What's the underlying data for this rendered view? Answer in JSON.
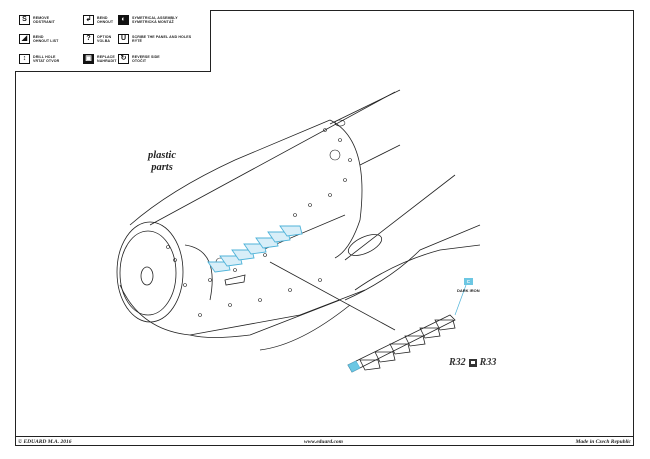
{
  "legend": {
    "items": [
      {
        "icon": "remove-icon",
        "glyph": "S",
        "dark": false,
        "line1": "REMOVE",
        "line2": "ODSTRANIT"
      },
      {
        "icon": "bend-icon",
        "glyph": "↲",
        "dark": false,
        "line1": "BEND",
        "line2": "OHNOUT"
      },
      {
        "icon": "symmetrical-assembly-icon",
        "glyph": "◐",
        "dark": true,
        "line1": "SYMETRICAL ASSEMBLY",
        "line2": "SYMETRICKÁ MONTÁŽ"
      },
      {
        "icon": "bend-triangle-icon",
        "glyph": "◢",
        "dark": false,
        "line1": "BEND",
        "line2": "OHNOUT LIST"
      },
      {
        "icon": "option-icon",
        "glyph": "?",
        "dark": false,
        "line1": "OPTION",
        "line2": "VOLBA"
      },
      {
        "icon": "scribe-icon",
        "glyph": "U",
        "dark": false,
        "line1": "SCRIBE THE PANEL AND HOLES",
        "line2": "RÝTÉ"
      },
      {
        "icon": "drill-hole-icon",
        "glyph": "↕",
        "dark": false,
        "line1": "DRILL HOLE",
        "line2": "VRTAT OTVOR"
      },
      {
        "icon": "replace-icon",
        "glyph": "▣",
        "dark": true,
        "line1": "REPLACE",
        "line2": "NAHRADIT"
      },
      {
        "icon": "reverse-side-icon",
        "glyph": "↻",
        "dark": false,
        "line1": "REVERSE SIDE",
        "line2": "OTOČIT"
      }
    ]
  },
  "drawing": {
    "plastic_parts_line1": "plastic",
    "plastic_parts_line2": "parts",
    "color_callout": {
      "code": "C",
      "name": "DARK IRON",
      "color": "#6cc7e3"
    },
    "part_label_left": "R32",
    "part_label_right": "R33",
    "highlight_color": "#4fb3d9"
  },
  "footer": {
    "copyright": "© EDUARD M.A. 2016",
    "website": "www.eduard.com",
    "origin": "Made in Czech Republic"
  }
}
